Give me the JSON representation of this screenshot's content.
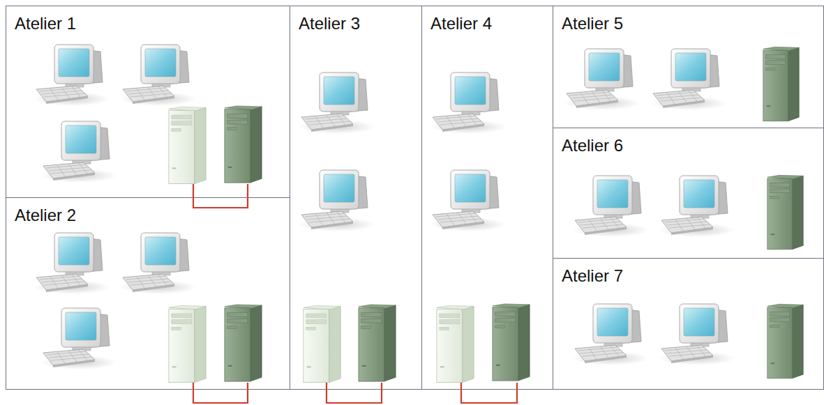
{
  "diagram": {
    "nodes": [
      {
        "text": [
          "Atelier 1"
        ]
      },
      {
        "text": [
          "Atelier 2"
        ]
      },
      {
        "text": [
          "Atelier 3"
        ]
      },
      {
        "text": [
          "Atelier 4"
        ]
      },
      {
        "text": [
          "Atelier 5"
        ]
      },
      {
        "text": [
          "Atelier 6"
        ]
      },
      {
        "text": [
          "Atelier 7"
        ]
      }
    ]
  }
}
